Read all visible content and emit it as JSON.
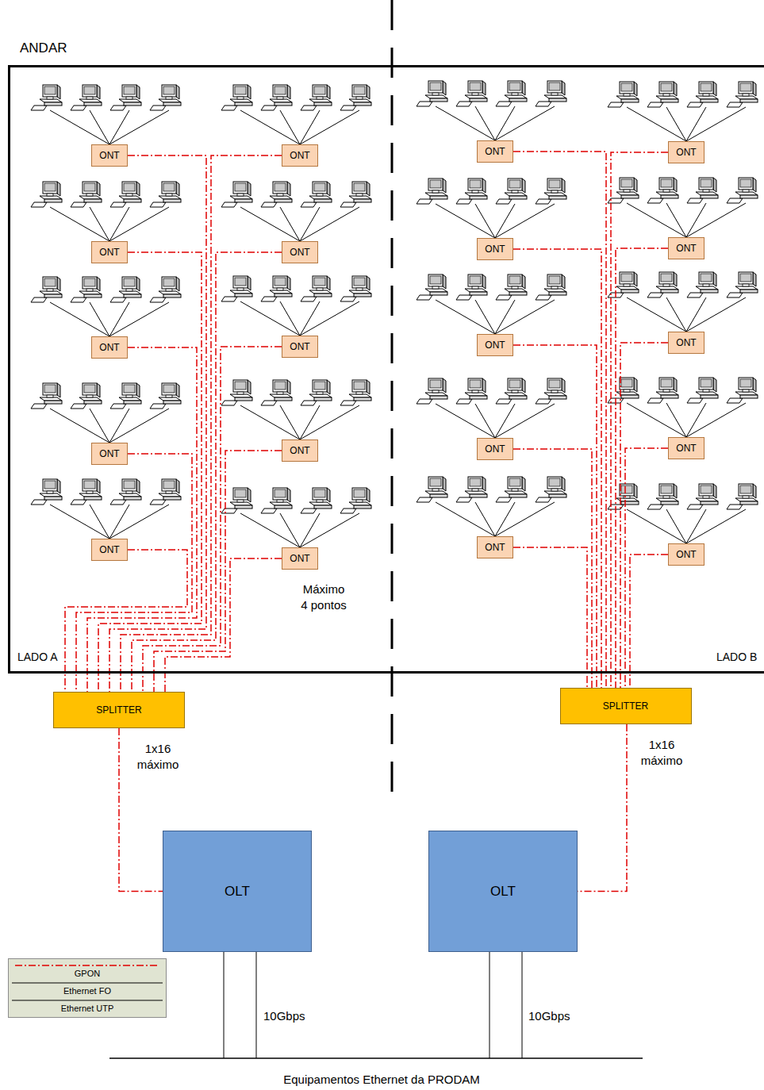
{
  "diagram": {
    "nodes": [
      {
        "text": [
          "ANDAR"
        ]
      },
      {
        "text": [
          "ONT"
        ],
        "in": 0
      },
      {
        "text": [
          "ONT"
        ],
        "in": 0
      },
      {
        "text": [
          "ONT"
        ],
        "in": 0
      },
      {
        "text": [
          "ONT"
        ],
        "in": 0
      },
      {
        "text": [
          "ONT"
        ],
        "in": 0
      },
      {
        "text": [
          "ONT"
        ],
        "in": 0
      },
      {
        "text": [
          "ONT"
        ],
        "in": 0
      },
      {
        "text": [
          "ONT"
        ],
        "in": 0
      },
      {
        "text": [
          "ONT"
        ],
        "in": 0
      },
      {
        "text": [
          "ONT"
        ],
        "in": 0
      },
      {
        "text": [
          "ONT"
        ],
        "in": 0
      },
      {
        "text": [
          "ONT"
        ],
        "in": 0
      },
      {
        "text": [
          "ONT"
        ],
        "in": 0
      },
      {
        "text": [
          "ONT"
        ],
        "in": 0
      },
      {
        "text": [
          "ONT"
        ],
        "in": 0
      },
      {
        "text": [
          "ONT"
        ],
        "in": 0
      },
      {
        "text": [
          "ONT"
        ],
        "in": 0
      },
      {
        "text": [
          "ONT"
        ],
        "in": 0
      },
      {
        "text": [
          "ONT"
        ],
        "in": 0
      },
      {
        "text": [
          "ONT"
        ],
        "in": 0
      },
      {
        "text": [
          "SPLITTER"
        ]
      },
      {
        "text": [
          "SPLITTER"
        ]
      },
      {
        "text": [
          "OLT"
        ]
      },
      {
        "text": [
          "OLT"
        ]
      }
    ],
    "edges": [
      {
        "from": 1,
        "to": 21,
        "arrow": "none"
      },
      {
        "from": 2,
        "to": 21,
        "arrow": "none"
      },
      {
        "from": 3,
        "to": 22,
        "arrow": "none"
      },
      {
        "from": 4,
        "to": 22,
        "arrow": "none"
      },
      {
        "from": 5,
        "to": 21,
        "arrow": "none"
      },
      {
        "from": 6,
        "to": 21,
        "arrow": "none"
      },
      {
        "from": 7,
        "to": 22,
        "arrow": "none"
      },
      {
        "from": 8,
        "to": 22,
        "arrow": "none"
      },
      {
        "from": 9,
        "to": 21,
        "arrow": "none"
      },
      {
        "from": 10,
        "to": 21,
        "arrow": "none"
      },
      {
        "from": 11,
        "to": 22,
        "arrow": "none"
      },
      {
        "from": 12,
        "to": 22,
        "arrow": "none"
      },
      {
        "from": 13,
        "to": 21,
        "arrow": "none"
      },
      {
        "from": 14,
        "to": 21,
        "arrow": "none"
      },
      {
        "from": 15,
        "to": 22,
        "arrow": "none"
      },
      {
        "from": 16,
        "to": 22,
        "arrow": "none"
      },
      {
        "from": 17,
        "to": 21,
        "arrow": "none"
      },
      {
        "from": 18,
        "to": 21,
        "arrow": "none"
      },
      {
        "from": 19,
        "to": 22,
        "arrow": "none"
      },
      {
        "from": 20,
        "to": 22,
        "arrow": "none"
      },
      {
        "from": 21,
        "to": 23,
        "arrow": "none"
      },
      {
        "from": 22,
        "to": 24,
        "arrow": "none"
      }
    ],
    "labels": [
      "Máximo 4 pontos",
      "LADO A",
      "LADO B",
      "1x16 máximo",
      "1x16 máximo",
      "10Gbps",
      "10Gbps",
      "Equipamentos Ethernet da PRODAM"
    ],
    "legend": [
      {
        "text": "GPON"
      },
      {
        "text": "Ethernet FO"
      },
      {
        "text": "Ethernet UTP"
      }
    ]
  }
}
